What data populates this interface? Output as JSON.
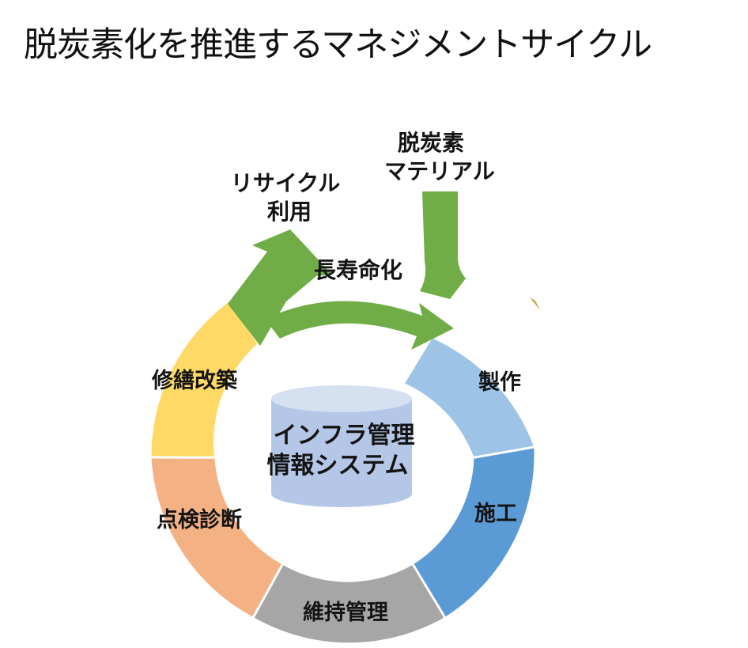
{
  "title": "脱炭素化を推進するマネジメントサイクル",
  "cycle": {
    "segments": [
      {
        "label": "製作",
        "color": "#9dc3e6"
      },
      {
        "label": "施工",
        "color": "#5b9bd5"
      },
      {
        "label": "維持管理",
        "color": "#a6a6a6"
      },
      {
        "label": "点検診断",
        "color": "#f4b183"
      },
      {
        "label": "修繕改築",
        "color": "#ffd966"
      }
    ]
  },
  "center": {
    "line1": "インフラ管理",
    "line2": "情報システム",
    "color": "#b4c7e7"
  },
  "arrows": {
    "color": "#70ad47",
    "recycle_line1": "リサイクル",
    "recycle_line2": "利用",
    "material_line1": "脱炭素",
    "material_line2": "マテリアル",
    "longevity": "長寿命化"
  }
}
